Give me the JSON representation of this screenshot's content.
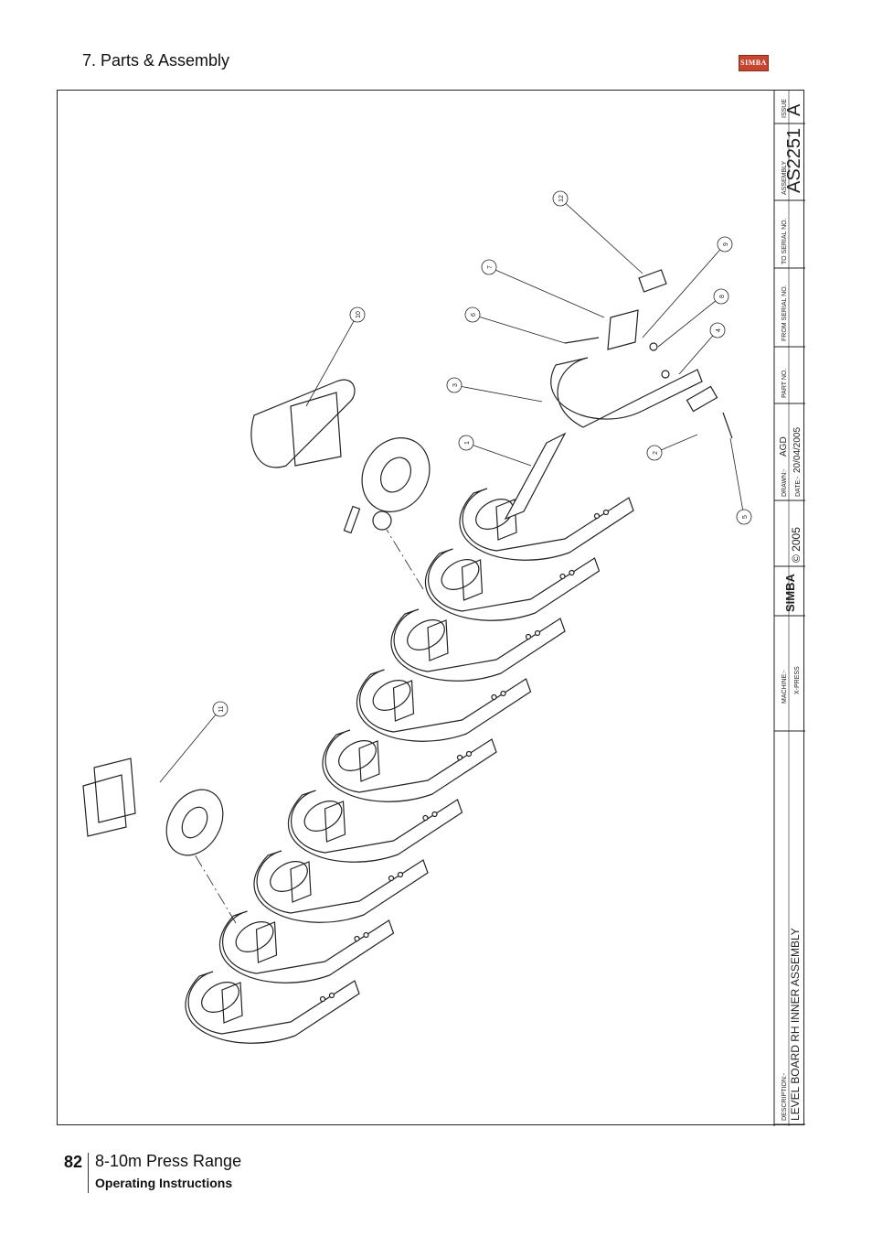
{
  "header": {
    "section_title": "7. Parts & Assembly",
    "logo_text": "SIMBA"
  },
  "footer": {
    "page_number": "82",
    "range": "8-10m Press Range",
    "subtitle": "Operating Instructions"
  },
  "title_block": {
    "issue_label": "ISSUE",
    "issue_value": "A",
    "assembly_label": "ASSEMBLY",
    "assembly_value": "AS2251",
    "to_serial_label": "TO SERIAL NO.",
    "from_serial_label": "FROM SERIAL NO.",
    "part_no_label": "PART NO.",
    "drawn_label": "DRAWN:-",
    "drawn_value": "AGD",
    "date_label": "DATE:-",
    "date_value": "20/04/2005",
    "copyright": "© 2005",
    "brand": "SIMBA",
    "machine_label": "MACHINE:-",
    "machine_value": "X-PRESS",
    "description_label": "DESCRIPTION:-",
    "description_value": "LEVEL BOARD RH INNER ASSEMBLY"
  },
  "balloons": [
    "1",
    "2",
    "3",
    "4",
    "5",
    "6",
    "7",
    "8",
    "9",
    "10",
    "11",
    "12"
  ],
  "colors": {
    "line": "#222222",
    "logo_red": "#c7452f"
  }
}
